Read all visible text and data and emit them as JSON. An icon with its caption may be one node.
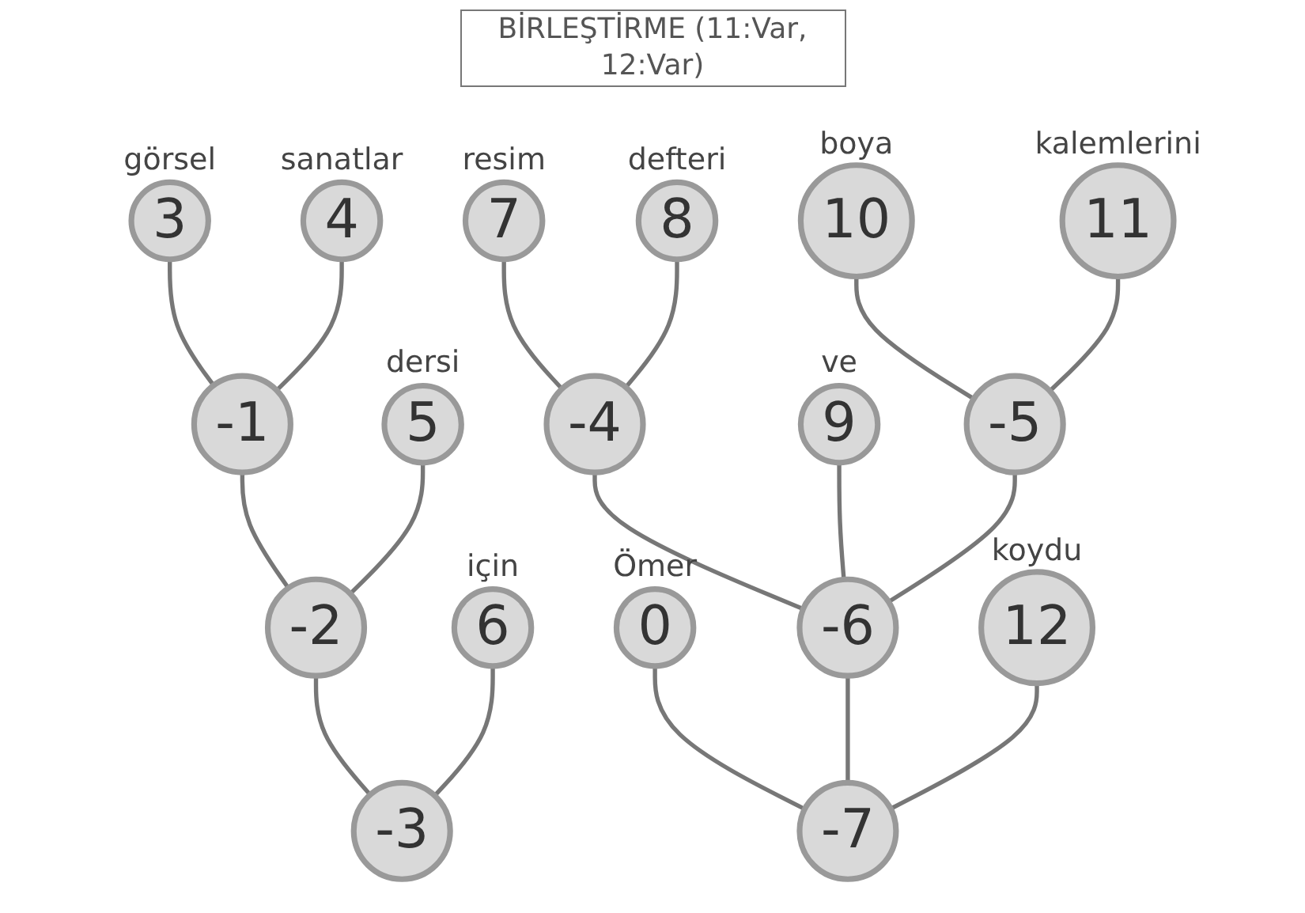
{
  "diagram": {
    "title": "BİRLEŞTİRME (11:Var, 12:Var)",
    "nodes": [
      {
        "text": [
          "3"
        ],
        "beside": [
          "görsel"
        ]
      },
      {
        "text": [
          "4"
        ],
        "beside": [
          "sanatlar"
        ]
      },
      {
        "text": [
          "-1"
        ]
      },
      {
        "text": [
          "5"
        ],
        "beside": [
          "dersi"
        ]
      },
      {
        "text": [
          "-2"
        ]
      },
      {
        "text": [
          "6"
        ],
        "beside": [
          "için"
        ]
      },
      {
        "text": [
          "-3"
        ]
      },
      {
        "text": [
          "7"
        ],
        "beside": [
          "resim"
        ]
      },
      {
        "text": [
          "8"
        ],
        "beside": [
          "defteri"
        ]
      },
      {
        "text": [
          "10"
        ],
        "beside": [
          "boya"
        ]
      },
      {
        "text": [
          "11"
        ],
        "beside": [
          "kalemlerini"
        ]
      },
      {
        "text": [
          "-4"
        ]
      },
      {
        "text": [
          "9"
        ],
        "beside": [
          "ve"
        ]
      },
      {
        "text": [
          "-5"
        ]
      },
      {
        "text": [
          "0"
        ],
        "beside": [
          "Ömer"
        ]
      },
      {
        "text": [
          "-6"
        ]
      },
      {
        "text": [
          "12"
        ],
        "beside": [
          "koydu"
        ]
      },
      {
        "text": [
          "-7"
        ]
      }
    ],
    "edges": [
      {
        "from": 0,
        "to": 2,
        "arrow": "none"
      },
      {
        "from": 1,
        "to": 2,
        "arrow": "none"
      },
      {
        "from": 2,
        "to": 4,
        "arrow": "none"
      },
      {
        "from": 3,
        "to": 4,
        "arrow": "none"
      },
      {
        "from": 4,
        "to": 6,
        "arrow": "none"
      },
      {
        "from": 5,
        "to": 6,
        "arrow": "none"
      },
      {
        "from": 7,
        "to": 11,
        "arrow": "none"
      },
      {
        "from": 8,
        "to": 11,
        "arrow": "none"
      },
      {
        "from": 9,
        "to": 13,
        "arrow": "none"
      },
      {
        "from": 10,
        "to": 13,
        "arrow": "none"
      },
      {
        "from": 11,
        "to": 15,
        "arrow": "none"
      },
      {
        "from": 12,
        "to": 15,
        "arrow": "none"
      },
      {
        "from": 13,
        "to": 15,
        "arrow": "none"
      },
      {
        "from": 14,
        "to": 17,
        "arrow": "none"
      },
      {
        "from": 15,
        "to": 17,
        "arrow": "none"
      },
      {
        "from": 16,
        "to": 17,
        "arrow": "none"
      }
    ]
  }
}
